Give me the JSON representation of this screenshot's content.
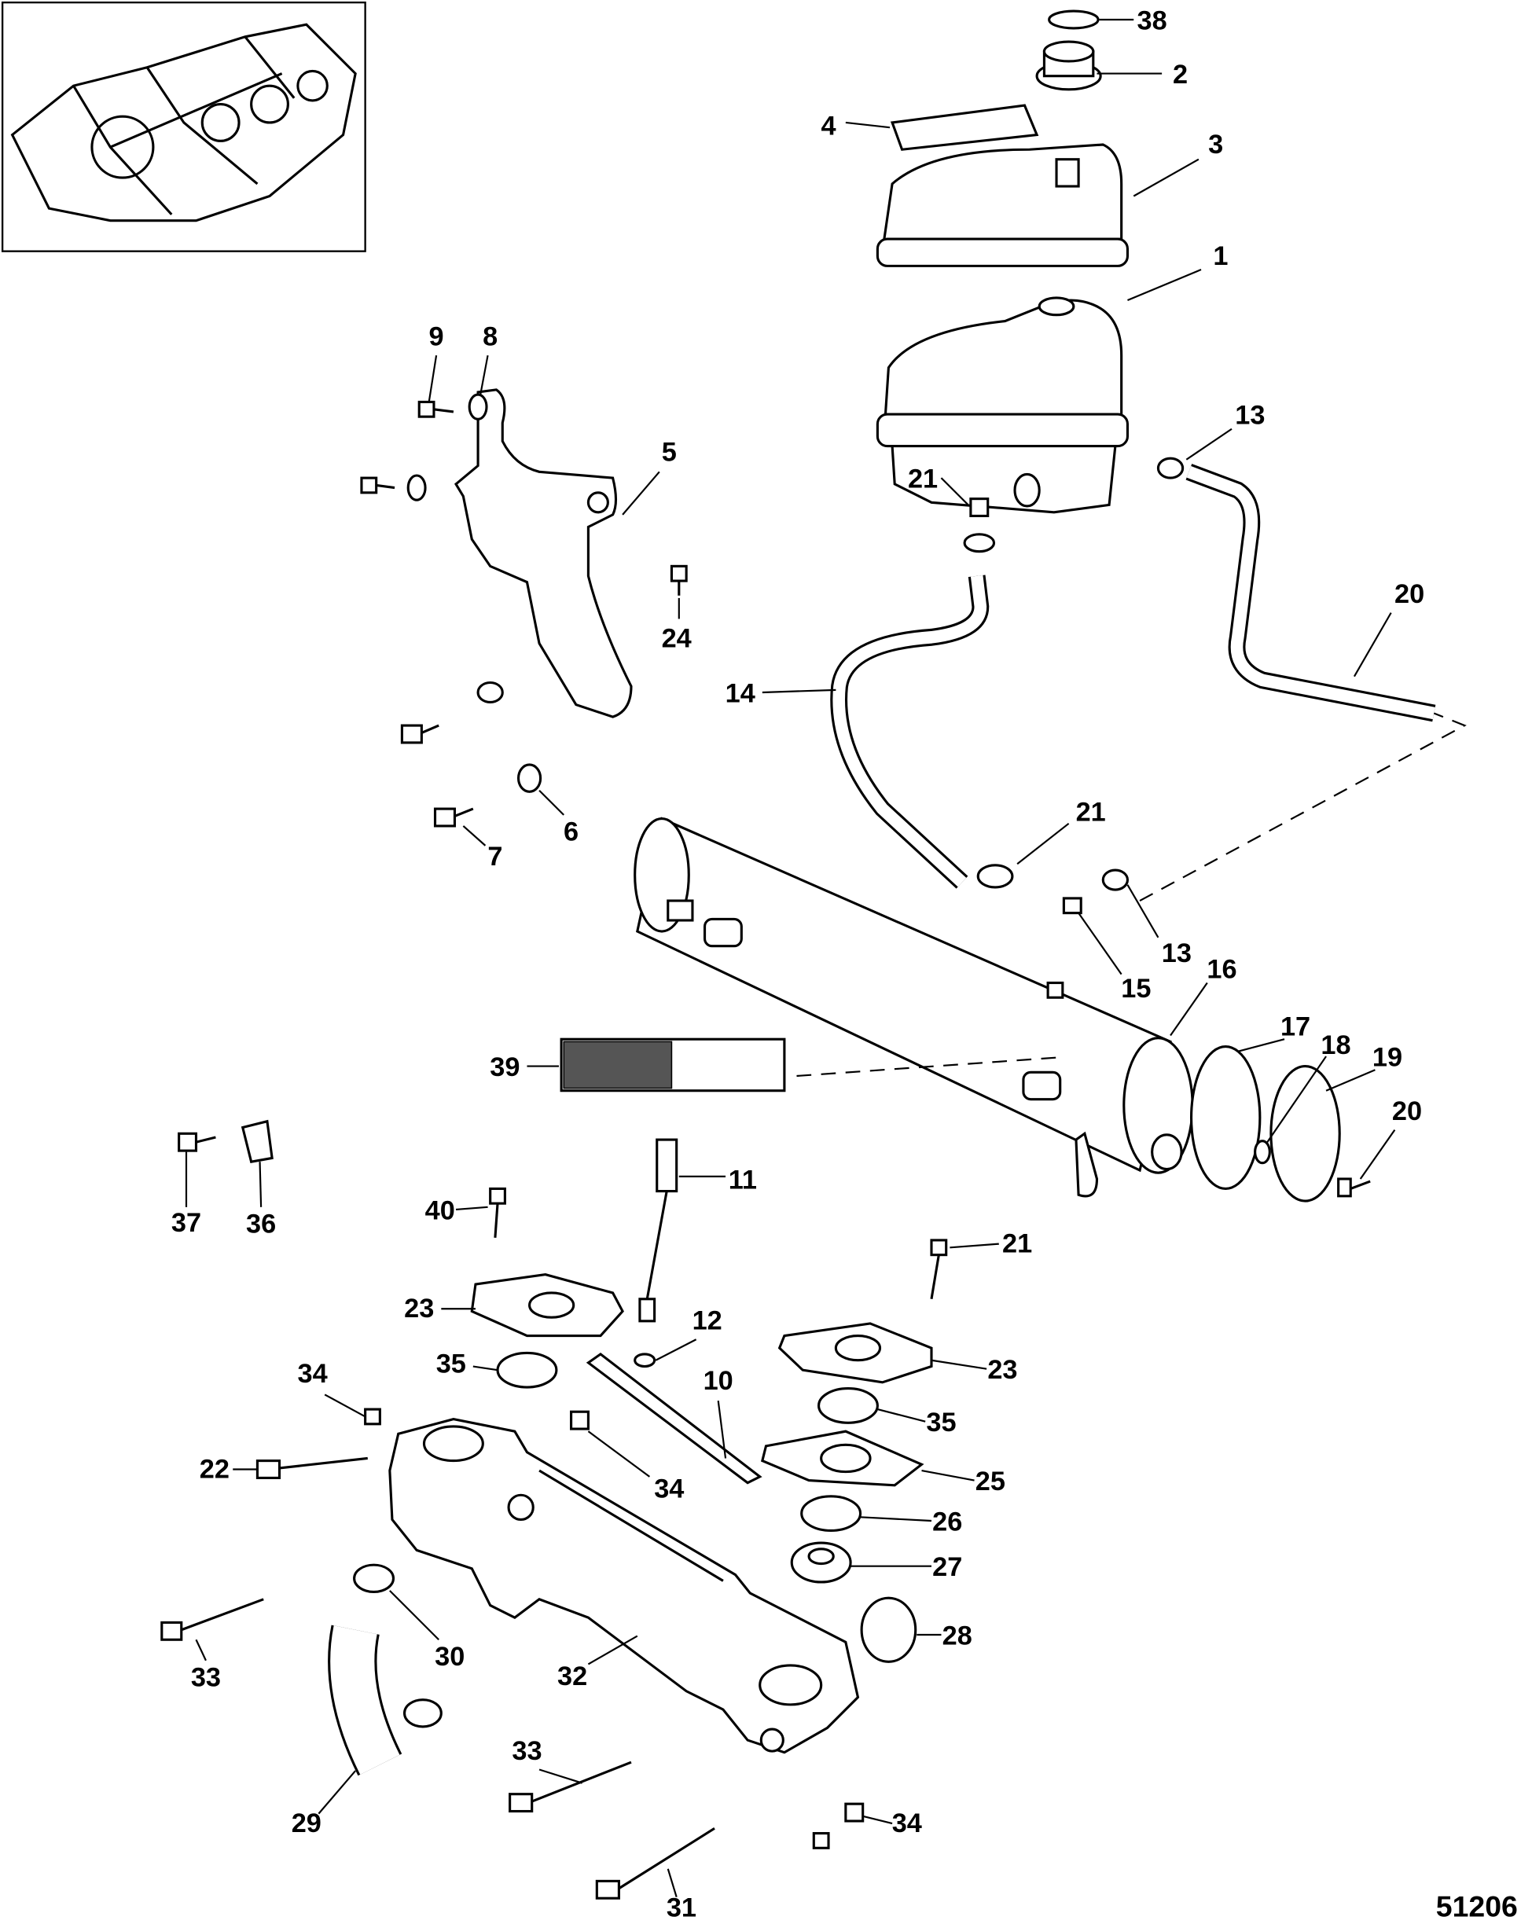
{
  "diagram": {
    "reference_number": "51206",
    "callouts": [
      "38",
      "2",
      "4",
      "3",
      "1",
      "9",
      "8",
      "5",
      "13",
      "21",
      "20",
      "24",
      "14",
      "21",
      "6",
      "7",
      "13",
      "16",
      "15",
      "17",
      "18",
      "19",
      "39",
      "20",
      "37",
      "36",
      "11",
      "40",
      "21",
      "23",
      "12",
      "23",
      "35",
      "10",
      "34",
      "35",
      "22",
      "34",
      "25",
      "26",
      "27",
      "28",
      "33",
      "30",
      "32",
      "33",
      "29",
      "34",
      "31"
    ]
  }
}
